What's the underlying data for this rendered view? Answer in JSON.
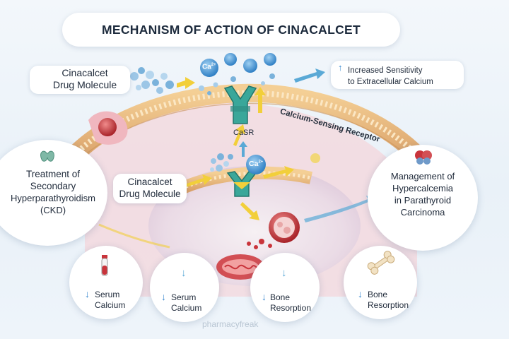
{
  "title": "MECHANISM OF ACTION OF CINACALCET",
  "drug_molecule_top": {
    "line1": "Cinacalcet",
    "line2": "Drug Molecule"
  },
  "drug_molecule_mid": {
    "line1": "Cinacalcet",
    "line2": "Drug Molecule"
  },
  "sensitivity": {
    "line1": "Increased Sensitivity",
    "line2": "to Extracellular Calcium"
  },
  "receptor_label": "Calcium-Sensing Receptor",
  "casr_label": "CaSR",
  "ca_ion": "Ca",
  "ca_charge": "2+",
  "treatment": {
    "line1": "Treatment of",
    "line2": "Secondary",
    "line3": "Hyperparathyroidism",
    "line4": "(CKD)"
  },
  "management": {
    "line1": "Management of",
    "line2": "Hypercalcemia",
    "line3": "in Parathyroid",
    "line4": "Carcinoma"
  },
  "effects": [
    {
      "line1": "Serum",
      "line2": "Calcium"
    },
    {
      "line1": "Serum",
      "line2": "Calcium"
    },
    {
      "line1": "Bone",
      "line2": "Resorption"
    },
    {
      "line1": "Bone",
      "line2": "Resorption"
    }
  ],
  "watermark": "pharmacyfreak",
  "colors": {
    "membrane": "#e9b978",
    "membrane_dark": "#c9925a",
    "receptor": "#3aa79a",
    "arrow_yellow": "#f2cf3a",
    "arrow_blue": "#5aa9d6",
    "ion_blue": "#3b8ad0",
    "cell_pink": "#f1c9cf",
    "red": "#c9343b"
  }
}
